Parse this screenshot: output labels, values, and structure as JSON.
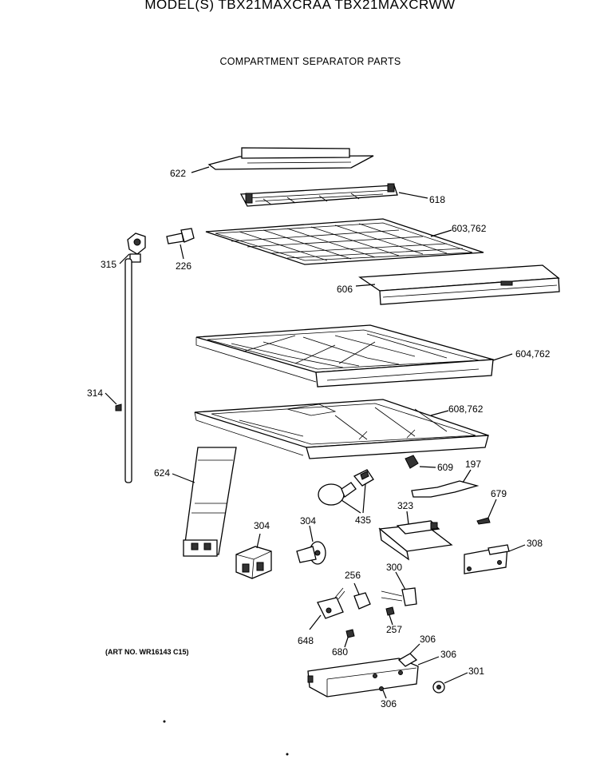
{
  "header": {
    "model_line": "MODEL(S) TBX21MAXCRAA TBX21MAXCRWW",
    "section_title": "COMPARTMENT SEPARATOR PARTS"
  },
  "footer": {
    "art_no": "(ART NO. WR16143 C15)"
  },
  "callouts": {
    "c622": "622",
    "c618": "618",
    "c603": "603,762",
    "c315": "315",
    "c226": "226",
    "c606": "606",
    "c604": "604,762",
    "c314": "314",
    "c608": "608,762",
    "c624": "624",
    "c609": "609",
    "c197": "197",
    "c679": "679",
    "c435": "435",
    "c323": "323",
    "c304a": "304",
    "c304b": "304",
    "c308": "308",
    "c256": "256",
    "c300": "300",
    "c257": "257",
    "c648": "648",
    "c680": "680",
    "c306a": "306",
    "c306b": "306",
    "c301": "301",
    "c306c": "306"
  }
}
